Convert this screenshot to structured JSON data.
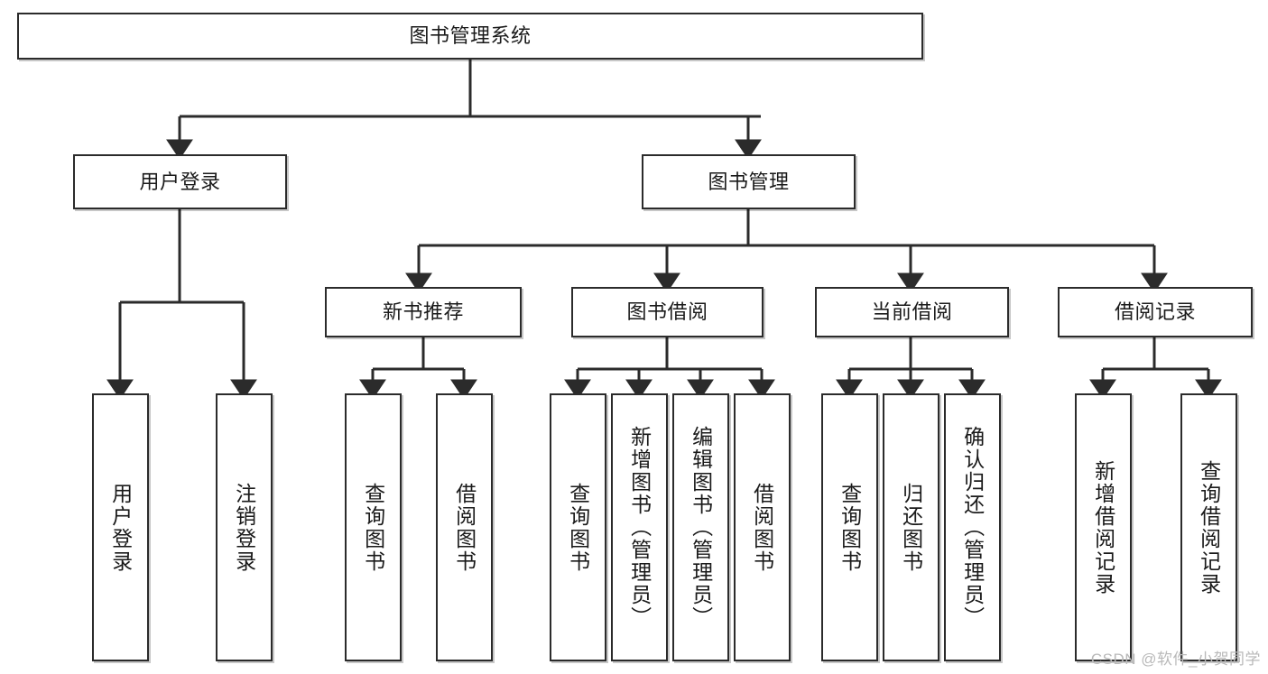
{
  "diagram": {
    "title_node": {
      "label": "图书管理系统"
    },
    "level2": [
      {
        "id": "user-login",
        "label": "用户登录"
      },
      {
        "id": "book-manage",
        "label": "图书管理"
      }
    ],
    "level3": [
      {
        "id": "new-book-rec",
        "label": "新书推荐"
      },
      {
        "id": "book-borrow",
        "label": "图书借阅"
      },
      {
        "id": "current-borrow",
        "label": "当前借阅"
      },
      {
        "id": "borrow-record",
        "label": "借阅记录"
      }
    ],
    "leaves": [
      {
        "id": "leaf-user-login",
        "label": "用户登录",
        "parent": "user-login"
      },
      {
        "id": "leaf-logout",
        "label": "注销登录",
        "parent": "user-login"
      },
      {
        "id": "leaf-query-book-1",
        "label": "查询图书",
        "parent": "new-book-rec"
      },
      {
        "id": "leaf-borrow-book-1",
        "label": "借阅图书",
        "parent": "new-book-rec"
      },
      {
        "id": "leaf-query-book-2",
        "label": "查询图书",
        "parent": "book-borrow"
      },
      {
        "id": "leaf-add-book",
        "label": "新增图书（管理员）",
        "parent": "book-borrow"
      },
      {
        "id": "leaf-edit-book",
        "label": "编辑图书（管理员）",
        "parent": "book-borrow"
      },
      {
        "id": "leaf-borrow-book-2",
        "label": "借阅图书",
        "parent": "book-borrow"
      },
      {
        "id": "leaf-query-book-3",
        "label": "查询图书",
        "parent": "current-borrow"
      },
      {
        "id": "leaf-return-book",
        "label": "归还图书",
        "parent": "current-borrow"
      },
      {
        "id": "leaf-confirm-return",
        "label": "确认归还（管理员）",
        "parent": "current-borrow"
      },
      {
        "id": "leaf-add-record",
        "label": "新增借阅记录",
        "parent": "borrow-record"
      },
      {
        "id": "leaf-query-record",
        "label": "查询借阅记录",
        "parent": "borrow-record"
      }
    ],
    "colors": {
      "stroke": "#2b2b2b",
      "background": "#ffffff",
      "watermark": "#b9b9b9"
    }
  },
  "watermark": {
    "text": "CSDN @软件_小贺同学"
  }
}
